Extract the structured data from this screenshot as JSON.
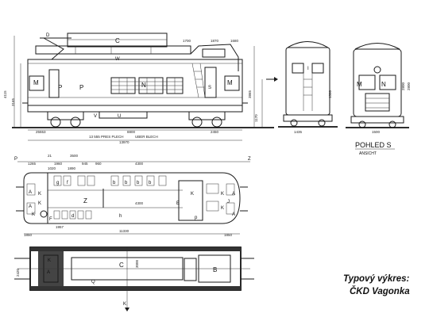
{
  "caption": {
    "line1": "Typový výkres:",
    "line2": "ČKD Vagonka"
  },
  "view": {
    "title": "POHLED S",
    "subtitle": "ANSICHT"
  },
  "side": {
    "labels": {
      "M1": "M",
      "P1": "P",
      "P2": "P",
      "N": "N",
      "S": "S",
      "V": "V",
      "U": "U",
      "M2": "M",
      "C": "C",
      "W": "W",
      "D": "D"
    },
    "dims": {
      "d1": "25553",
      "d2": "8800",
      "d3": "2450",
      "d4": "13 555 PRES PLECH",
      "d5": "UBER BLECH",
      "d6": "13970",
      "d7": "1700",
      "d8": "1870",
      "d9": "1680",
      "d10": "4115",
      "d11": "3165",
      "d12": "1170",
      "d13": "3865"
    }
  },
  "plan": {
    "markers": {
      "P": "P",
      "Z": "Z"
    },
    "labels": {
      "A1": "A",
      "K1": "K",
      "f1": "f",
      "g1": "g",
      "K2": "K",
      "K3": "K",
      "A2": "A",
      "Z1": "Z",
      "d1": "d",
      "h1": "h",
      "E": "E",
      "F": "F",
      "K4": "K",
      "J1": "J",
      "K5": "K",
      "A3": "A",
      "A4": "A",
      "K6": "K",
      "b1": "b",
      "b2": "b",
      "b3": "b",
      "b4": "b",
      "p1": "p"
    },
    "dims": {
      "d1": "21",
      "d2": "3500",
      "d3": "1265",
      "d4": "1960",
      "d5": "945",
      "d6": "960",
      "d7": "4300",
      "d8": "1020",
      "d9": "1890",
      "d10": "4300",
      "d11": "1957",
      "d12": "11330",
      "d13": "1850",
      "d14": "1850"
    }
  },
  "under": {
    "labels": {
      "C": "C",
      "A": "A",
      "B": "B",
      "Q": "Q",
      "K1": "K",
      "K2": "K"
    },
    "dims": {
      "d1": "3000",
      "d2": "2420"
    }
  },
  "front": {
    "labels": {
      "M": "M",
      "N": "N",
      "I": "I"
    },
    "dims": {
      "d1": "1435",
      "d2": "1500",
      "d3": "2800"
    }
  },
  "rear": {
    "dims": {
      "d1": "1500",
      "d2": "2800"
    }
  }
}
